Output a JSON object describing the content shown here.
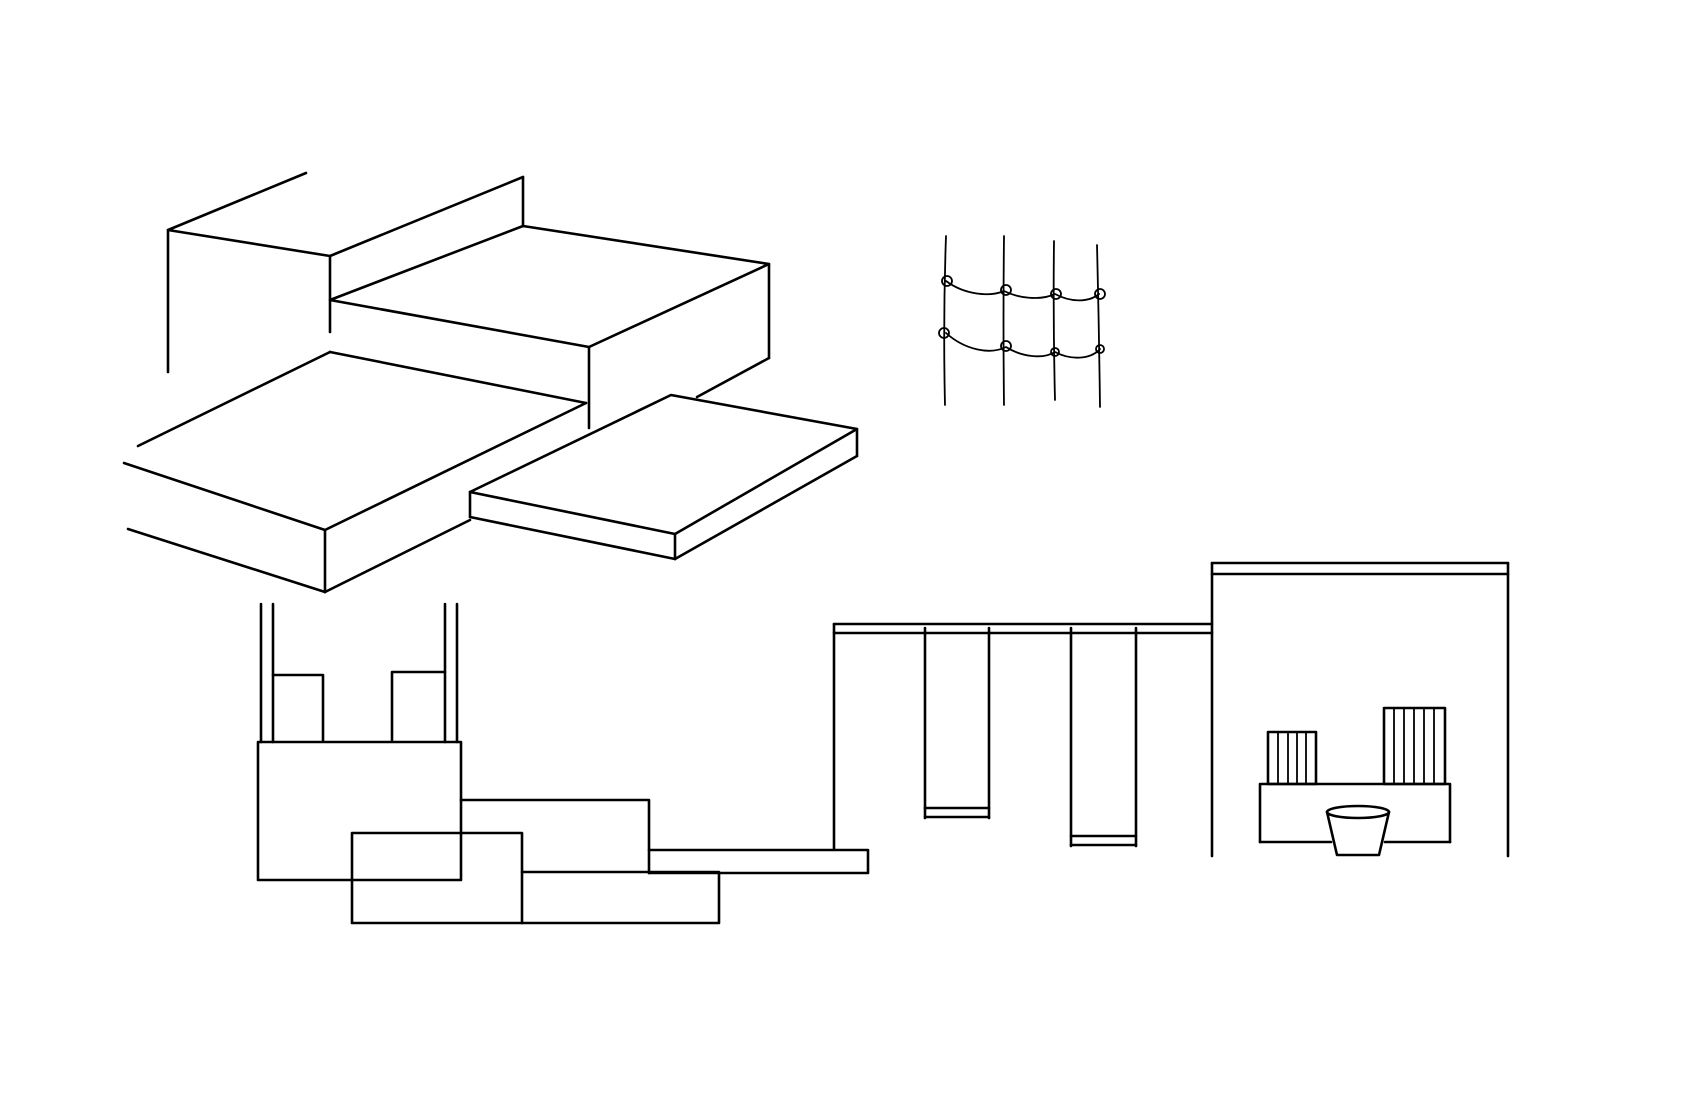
{
  "canvas": {
    "background": "#ffffff",
    "stroke_color": "#000000"
  },
  "drawings": [
    {
      "id": "isometric-steps-platform",
      "kind": "line-sketch"
    },
    {
      "id": "rope-net-sketch",
      "kind": "line-sketch"
    },
    {
      "id": "stepped-blocks-elevation",
      "kind": "line-sketch"
    },
    {
      "id": "swing-frame-with-shelter",
      "kind": "line-sketch"
    }
  ]
}
